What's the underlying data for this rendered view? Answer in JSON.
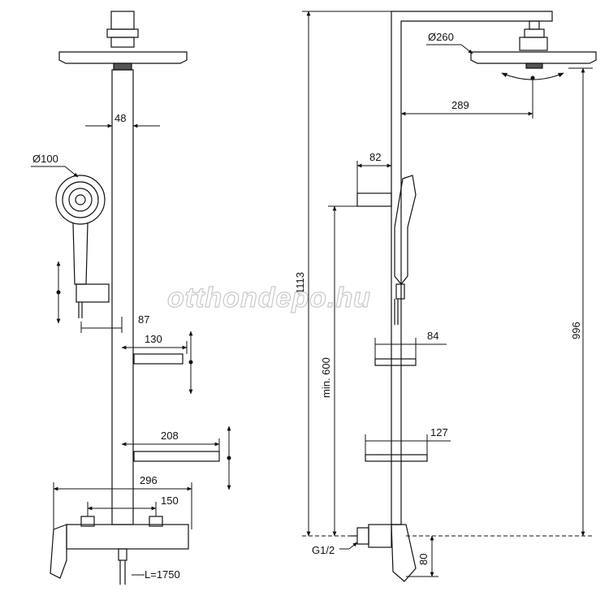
{
  "watermark": "otthondepo.hu",
  "front_view": {
    "bar_width": "48",
    "handshower_diameter": "Ø100",
    "holder_offset": "87",
    "shelf_small_width": "130",
    "shelf_large_width": "208",
    "mixer_width": "296",
    "connection_spacing": "150",
    "hose_length": "L=1750"
  },
  "side_view": {
    "head_diameter": "Ø260",
    "head_projection": "289",
    "holder_projection": "82",
    "total_height": "1113",
    "min_height": "min. 600",
    "shelf_small_depth": "84",
    "shelf_large_depth": "127",
    "head_height": "996",
    "thread": "G1/2",
    "inlet_height": "80"
  }
}
